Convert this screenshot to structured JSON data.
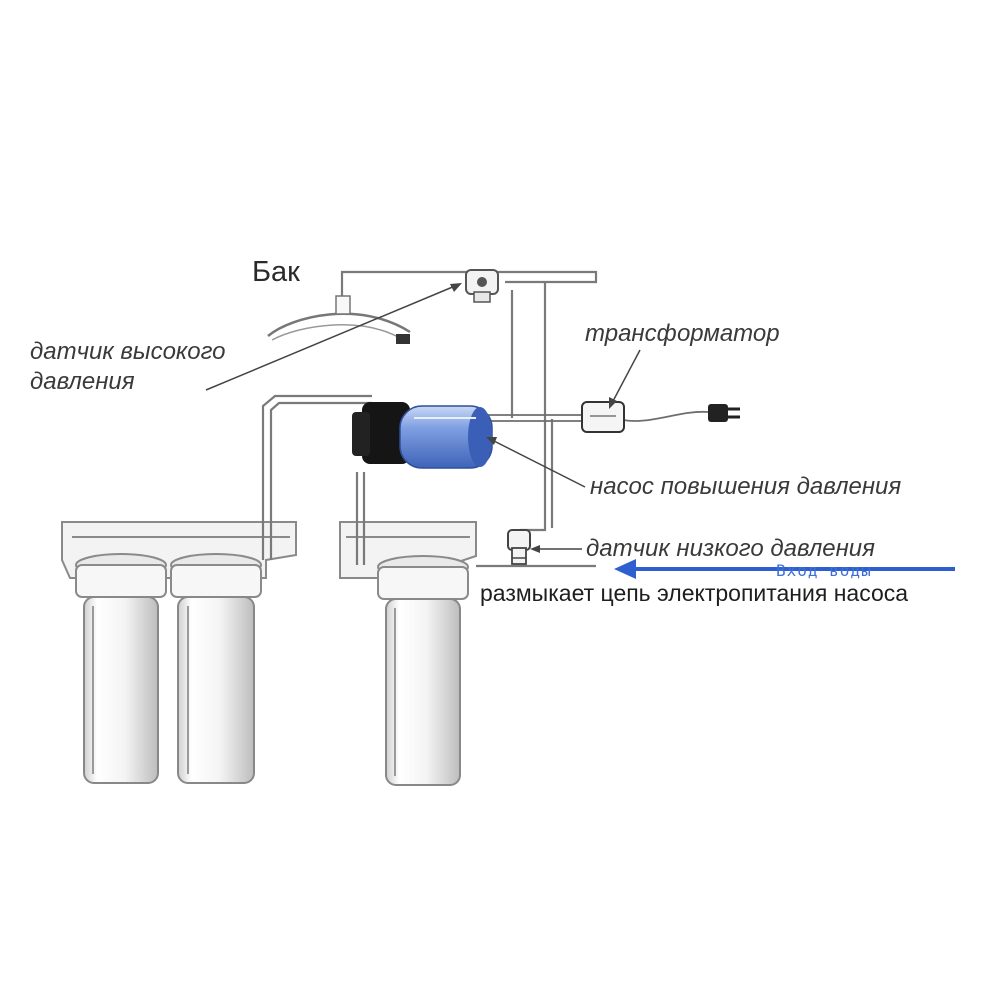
{
  "labels": {
    "tank": "Бак",
    "high_sensor_line1": "датчик высокого",
    "high_sensor_line2": "давления",
    "transformer": "трансформатор",
    "pump": "насос повышения давления",
    "low_sensor": "датчик низкого давления",
    "water_inlet": "Вход воды",
    "opens_circuit": "размыкает цепь электропитания насоса"
  },
  "colors": {
    "line": "#7a7a7a",
    "pump_body": "#5f86d6",
    "inlet_arrow": "#2e5fd0",
    "inlet_text": "#3e6fd6"
  }
}
